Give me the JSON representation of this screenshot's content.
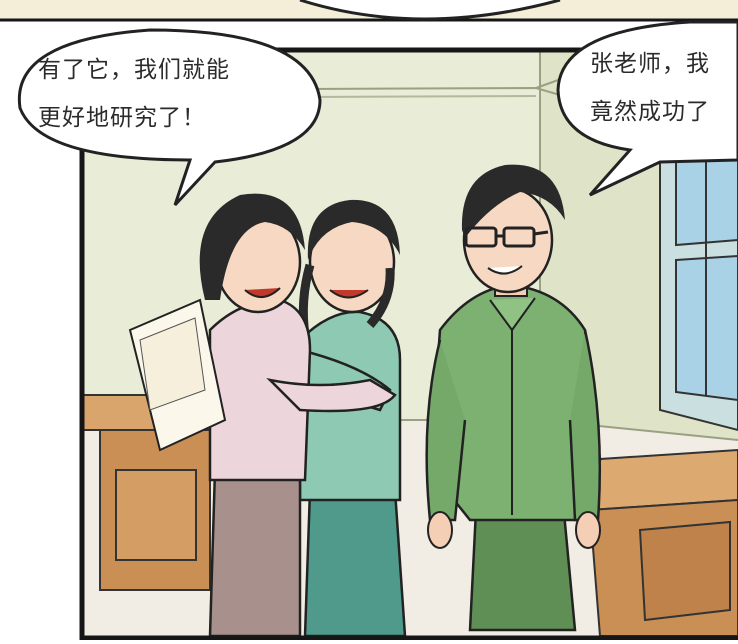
{
  "bubble_left": {
    "line1": "有了它，我们就能",
    "line2": "更好地研究了！"
  },
  "bubble_right": {
    "line1": "张老师，我",
    "line2": "竟然成功了"
  },
  "colors": {
    "wall": "#e6ead2",
    "floor": "#f1ede4",
    "desk": "#d6a066",
    "teacher_shirt": "#7db172",
    "girl_shirt": "#8ec9b4",
    "woman_shirt": "#ecd6dc",
    "woman_pants": "#a8918c",
    "panel_border": "#161616"
  },
  "icons": [
    "paper-sheet-icon",
    "glasses-icon"
  ]
}
